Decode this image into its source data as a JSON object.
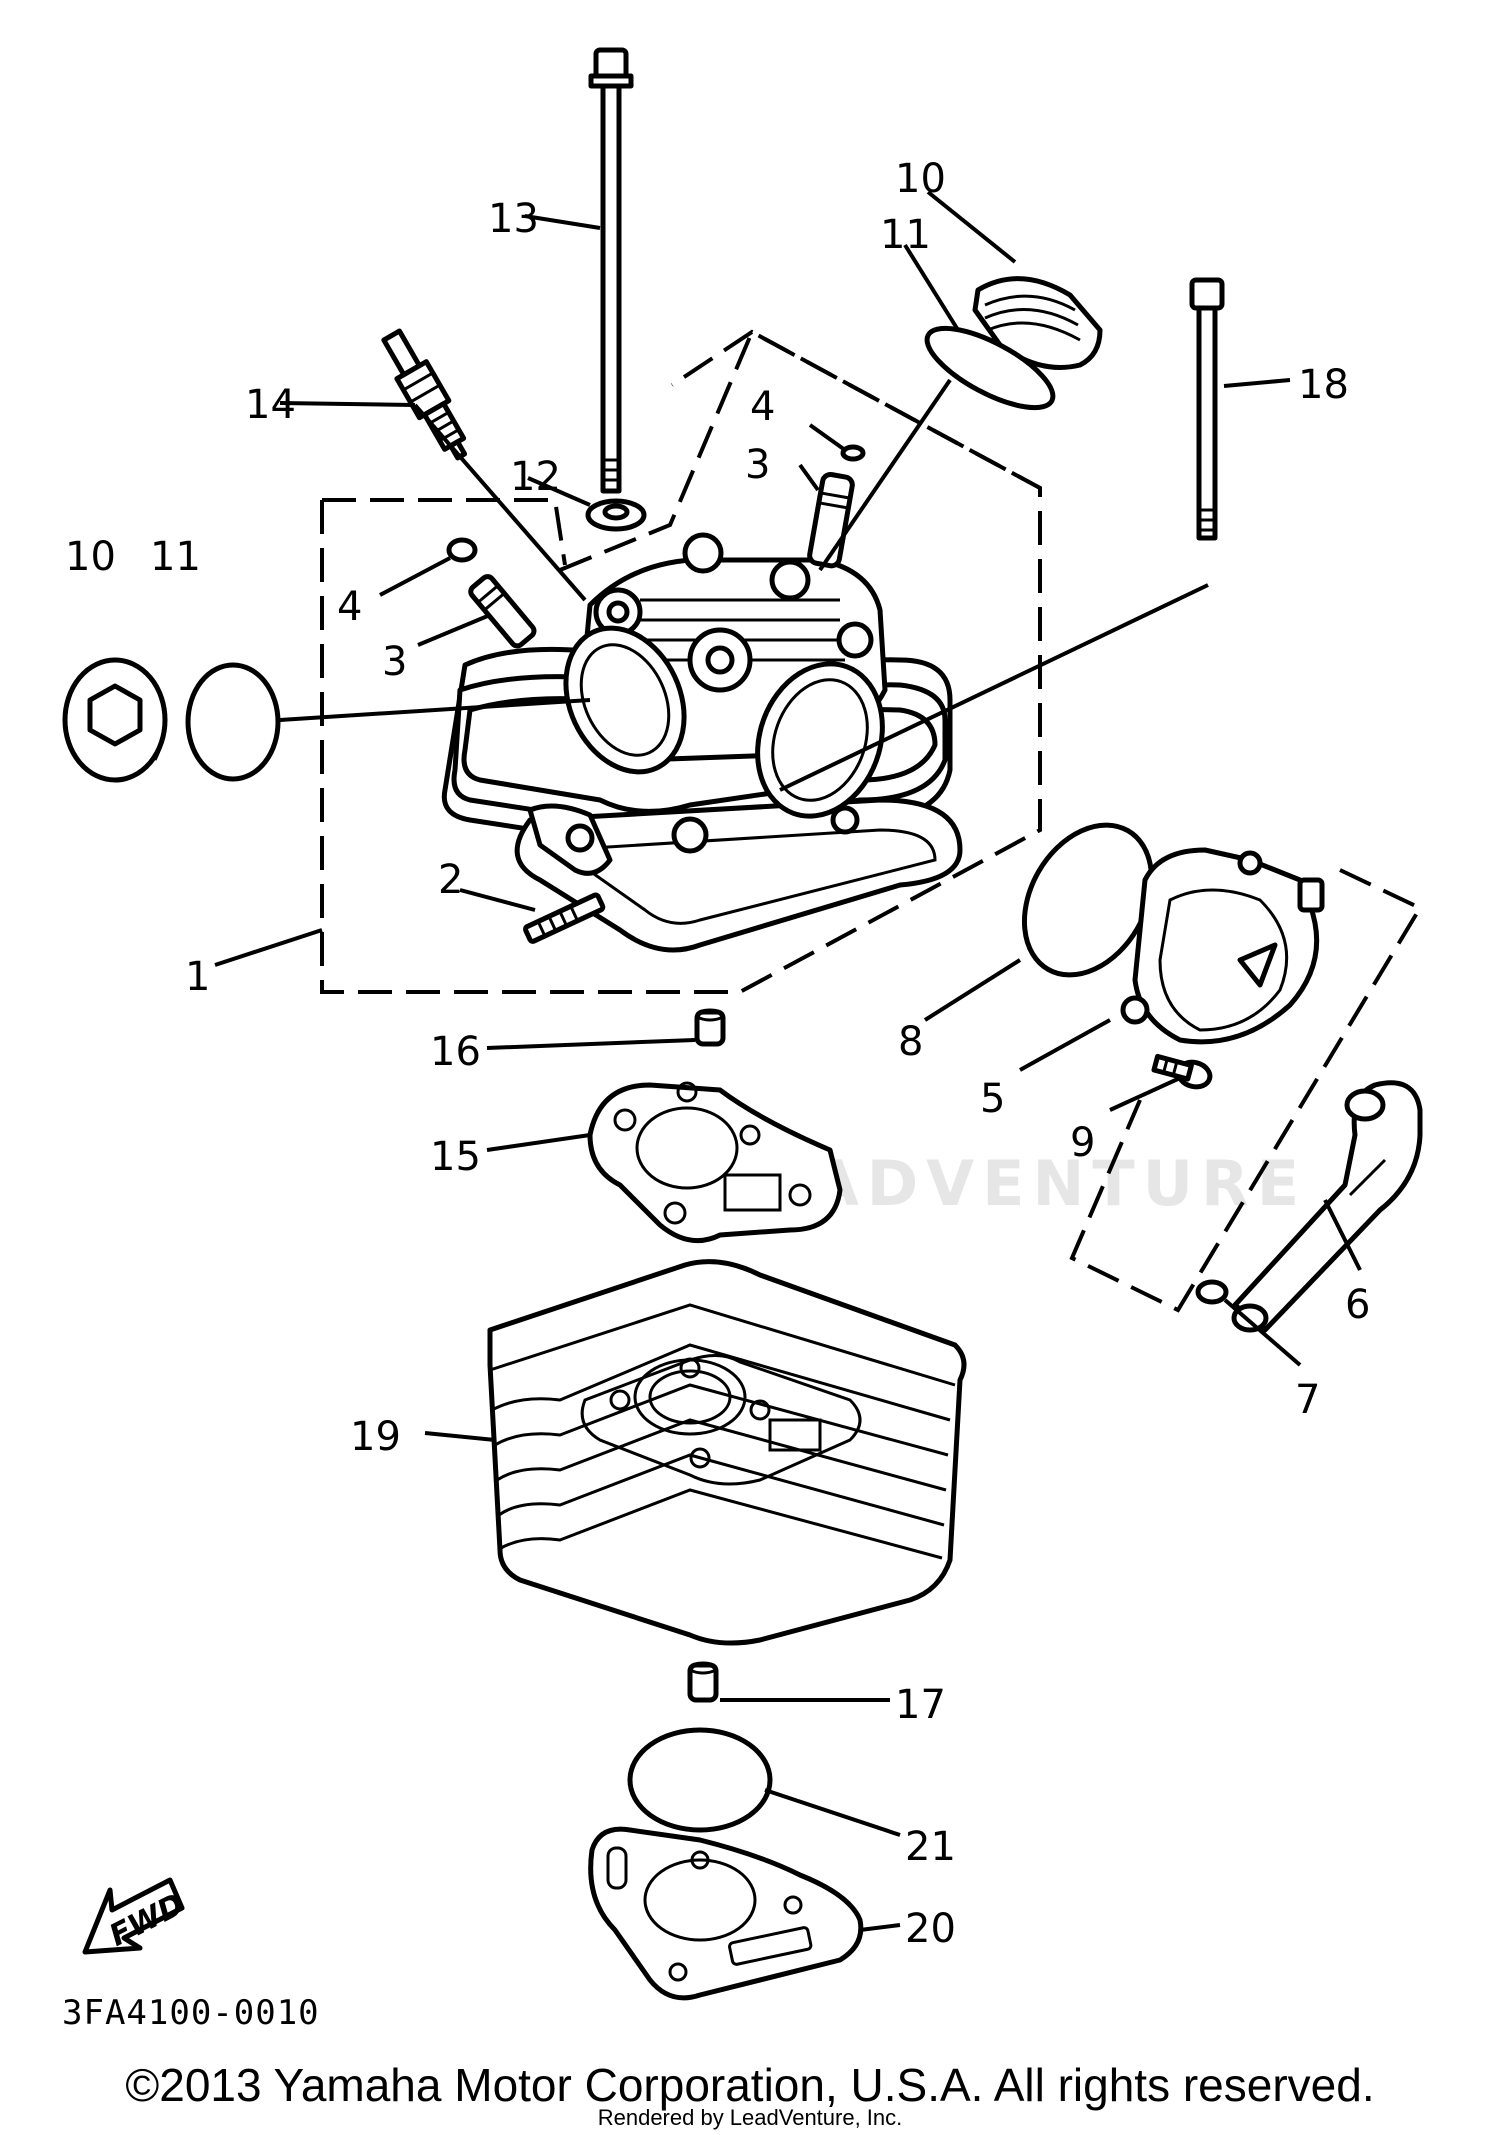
{
  "diagram": {
    "code": "3FA4100-0010",
    "watermark": "LEADVENTURE",
    "fwd_label": "FWD",
    "copyright": "©2013 Yamaha Motor Corporation, U.S.A. All rights reserved.",
    "rendered_by": "Rendered by LeadVenture, Inc.",
    "callouts": [
      "1",
      "2",
      "3",
      "3",
      "4",
      "4",
      "5",
      "6",
      "7",
      "8",
      "9",
      "10",
      "10",
      "11",
      "11",
      "12",
      "13",
      "14",
      "15",
      "16",
      "17",
      "18",
      "19",
      "20",
      "21"
    ]
  }
}
